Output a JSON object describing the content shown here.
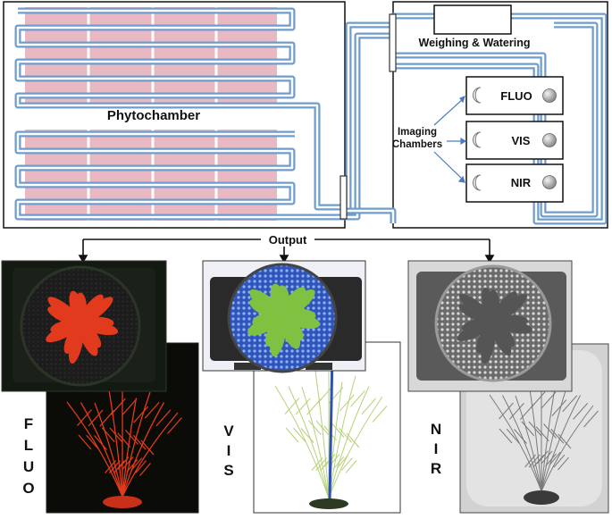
{
  "labels": {
    "phytochamber": "Phytochamber",
    "weighing": "Weighing & Watering",
    "imaging_line1": "Imaging",
    "imaging_line2": "Chambers",
    "output": "Output"
  },
  "chambers": [
    "FLUO",
    "VIS",
    "NIR"
  ],
  "side_labels": {
    "fluo": [
      "F",
      "L",
      "U",
      "O"
    ],
    "vis": [
      "V",
      "I",
      "S"
    ],
    "nir": [
      "N",
      "I",
      "R"
    ]
  },
  "colors": {
    "conveyor": "#6f9ccf",
    "bed": "#e8b9c2",
    "fluo_plant": "#e23a1d",
    "vis_plant": "#7fc241",
    "vis_mesh": "#3a63c9",
    "nir_plant": "#555555"
  }
}
